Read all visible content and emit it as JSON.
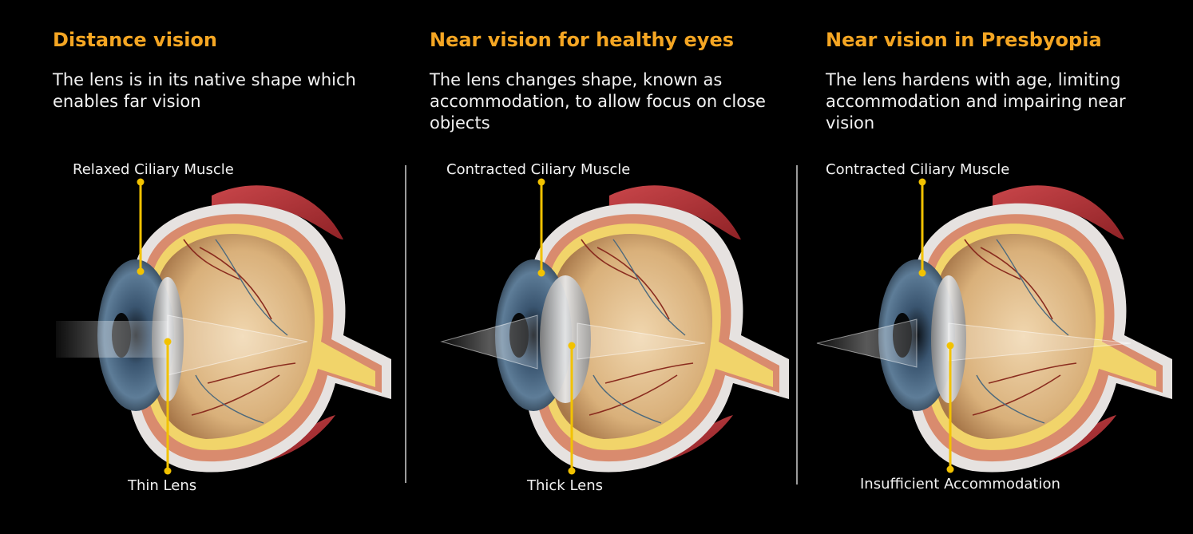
{
  "panels": [
    {
      "title": "Distance vision",
      "description": "The lens is in its native shape which enables far vision",
      "top_label": "Relaxed Ciliary Muscle",
      "bottom_label": "Thin Lens",
      "lens_state": "thin",
      "ray_type": "parallel"
    },
    {
      "title": "Near vision for healthy eyes",
      "description": "The lens changes shape, known as accommodation, to allow focus on close objects",
      "top_label": "Contracted Ciliary Muscle",
      "bottom_label": "Thick Lens",
      "lens_state": "thick",
      "ray_type": "converging"
    },
    {
      "title": "Near vision in Presbyopia",
      "description": "The lens hardens with age, limiting accommodation and impairing near vision",
      "top_label": "Contracted Ciliary Muscle",
      "bottom_label": "Insufficient Accommodation",
      "lens_state": "hardened",
      "ray_type": "converging-overshoot"
    }
  ],
  "colors": {
    "accent": "#f5a623",
    "pointer": "#f2c200",
    "background": "#000000",
    "text": "#f2f2f2"
  }
}
